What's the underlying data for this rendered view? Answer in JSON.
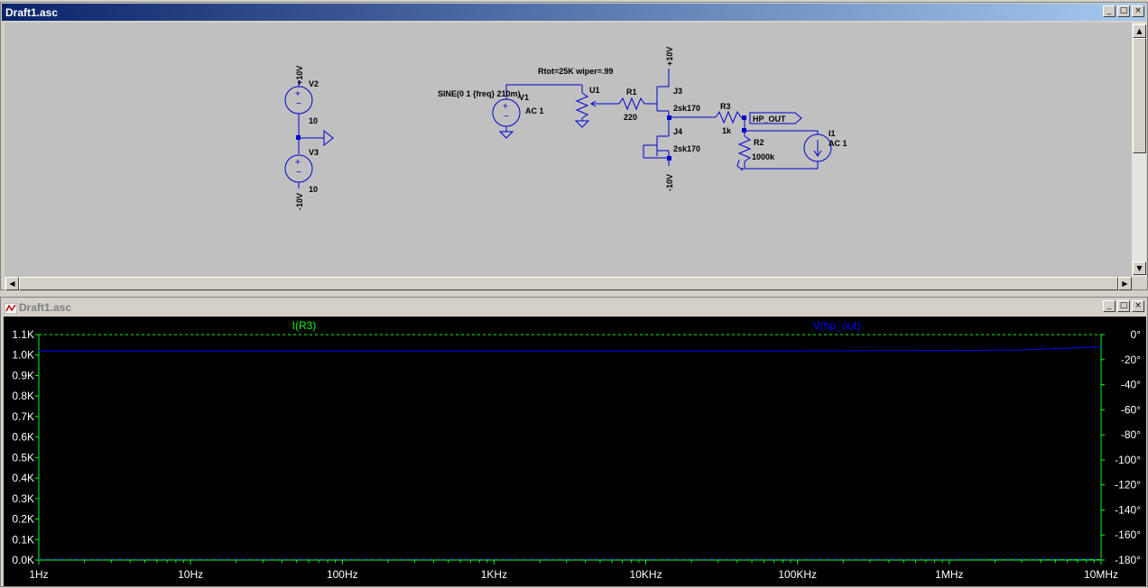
{
  "schematic_window": {
    "title": "Draft1.asc",
    "controls": {
      "minimize": "_",
      "maximize": "□",
      "close": "×"
    }
  },
  "schematic": {
    "v2": {
      "node": "+10V",
      "name": "V2",
      "value": "10"
    },
    "v3": {
      "node": "-10V",
      "name": "V3",
      "value": "10"
    },
    "u1_param": "Rtot=25K wiper=.99",
    "u1_name": "U1",
    "v1_name": "V1",
    "v1_sine": "SINE(0 1 {freq} 210m)",
    "v1_ac": "AC 1",
    "r1_name": "R1",
    "r1_value": "220",
    "top_node": "+10V",
    "bottom_node": "-10V",
    "j3_name": "J3",
    "j3_model": "2sk170",
    "j4_name": "J4",
    "j4_model": "2sk170",
    "r3_name": "R3",
    "r3_value": "1k",
    "r2_name": "R2",
    "r2_value": "1000k",
    "hp_out_label": "HP_OUT",
    "i1_name": "I1",
    "i1_ac": "AC 1"
  },
  "plot_window": {
    "title": "Draft1.asc",
    "icon": "waveform-icon",
    "controls": {
      "minimize": "_",
      "maximize": "□",
      "close": "×"
    }
  },
  "colors": {
    "wire": "#0000cc",
    "schematic_bg": "#c0c0c0",
    "plot_bg": "#000000",
    "trace1": "#00ff00",
    "trace2": "#0000ff",
    "grid": "#00ff00",
    "axis_text": "#ffffff"
  },
  "chart_data": {
    "type": "line",
    "x_scale": "log",
    "x_ticks": [
      "1Hz",
      "10Hz",
      "100Hz",
      "1KHz",
      "10KHz",
      "100KHz",
      "1MHz",
      "10MHz"
    ],
    "y_left_ticks": [
      "1.1K",
      "1.0K",
      "0.9K",
      "0.8K",
      "0.7K",
      "0.6K",
      "0.5K",
      "0.4K",
      "0.3K",
      "0.2K",
      "0.1K",
      "0.0K"
    ],
    "y_right_ticks": [
      "0°",
      "-20°",
      "-40°",
      "-60°",
      "-80°",
      "-100°",
      "-120°",
      "-140°",
      "-160°",
      "-180°"
    ],
    "ylim": [
      0,
      1100
    ],
    "phase_lim": [
      -180,
      0
    ],
    "grid": "dashed horizontal at top",
    "series": [
      {
        "name": "I(R3)",
        "color": "#00ff00",
        "x": [
          1,
          10,
          100,
          1000,
          10000,
          100000,
          1000000,
          2000000,
          10000000
        ],
        "y": [
          0,
          0,
          0,
          0,
          0,
          0,
          0,
          1,
          2
        ]
      },
      {
        "name": "V(hp_out)",
        "color": "#0000ff",
        "x": [
          1,
          10,
          100,
          1000,
          10000,
          100000,
          1000000,
          3000000,
          10000000
        ],
        "y": [
          1020,
          1020,
          1020,
          1020,
          1020,
          1020,
          1022,
          1025,
          1040
        ]
      }
    ]
  }
}
